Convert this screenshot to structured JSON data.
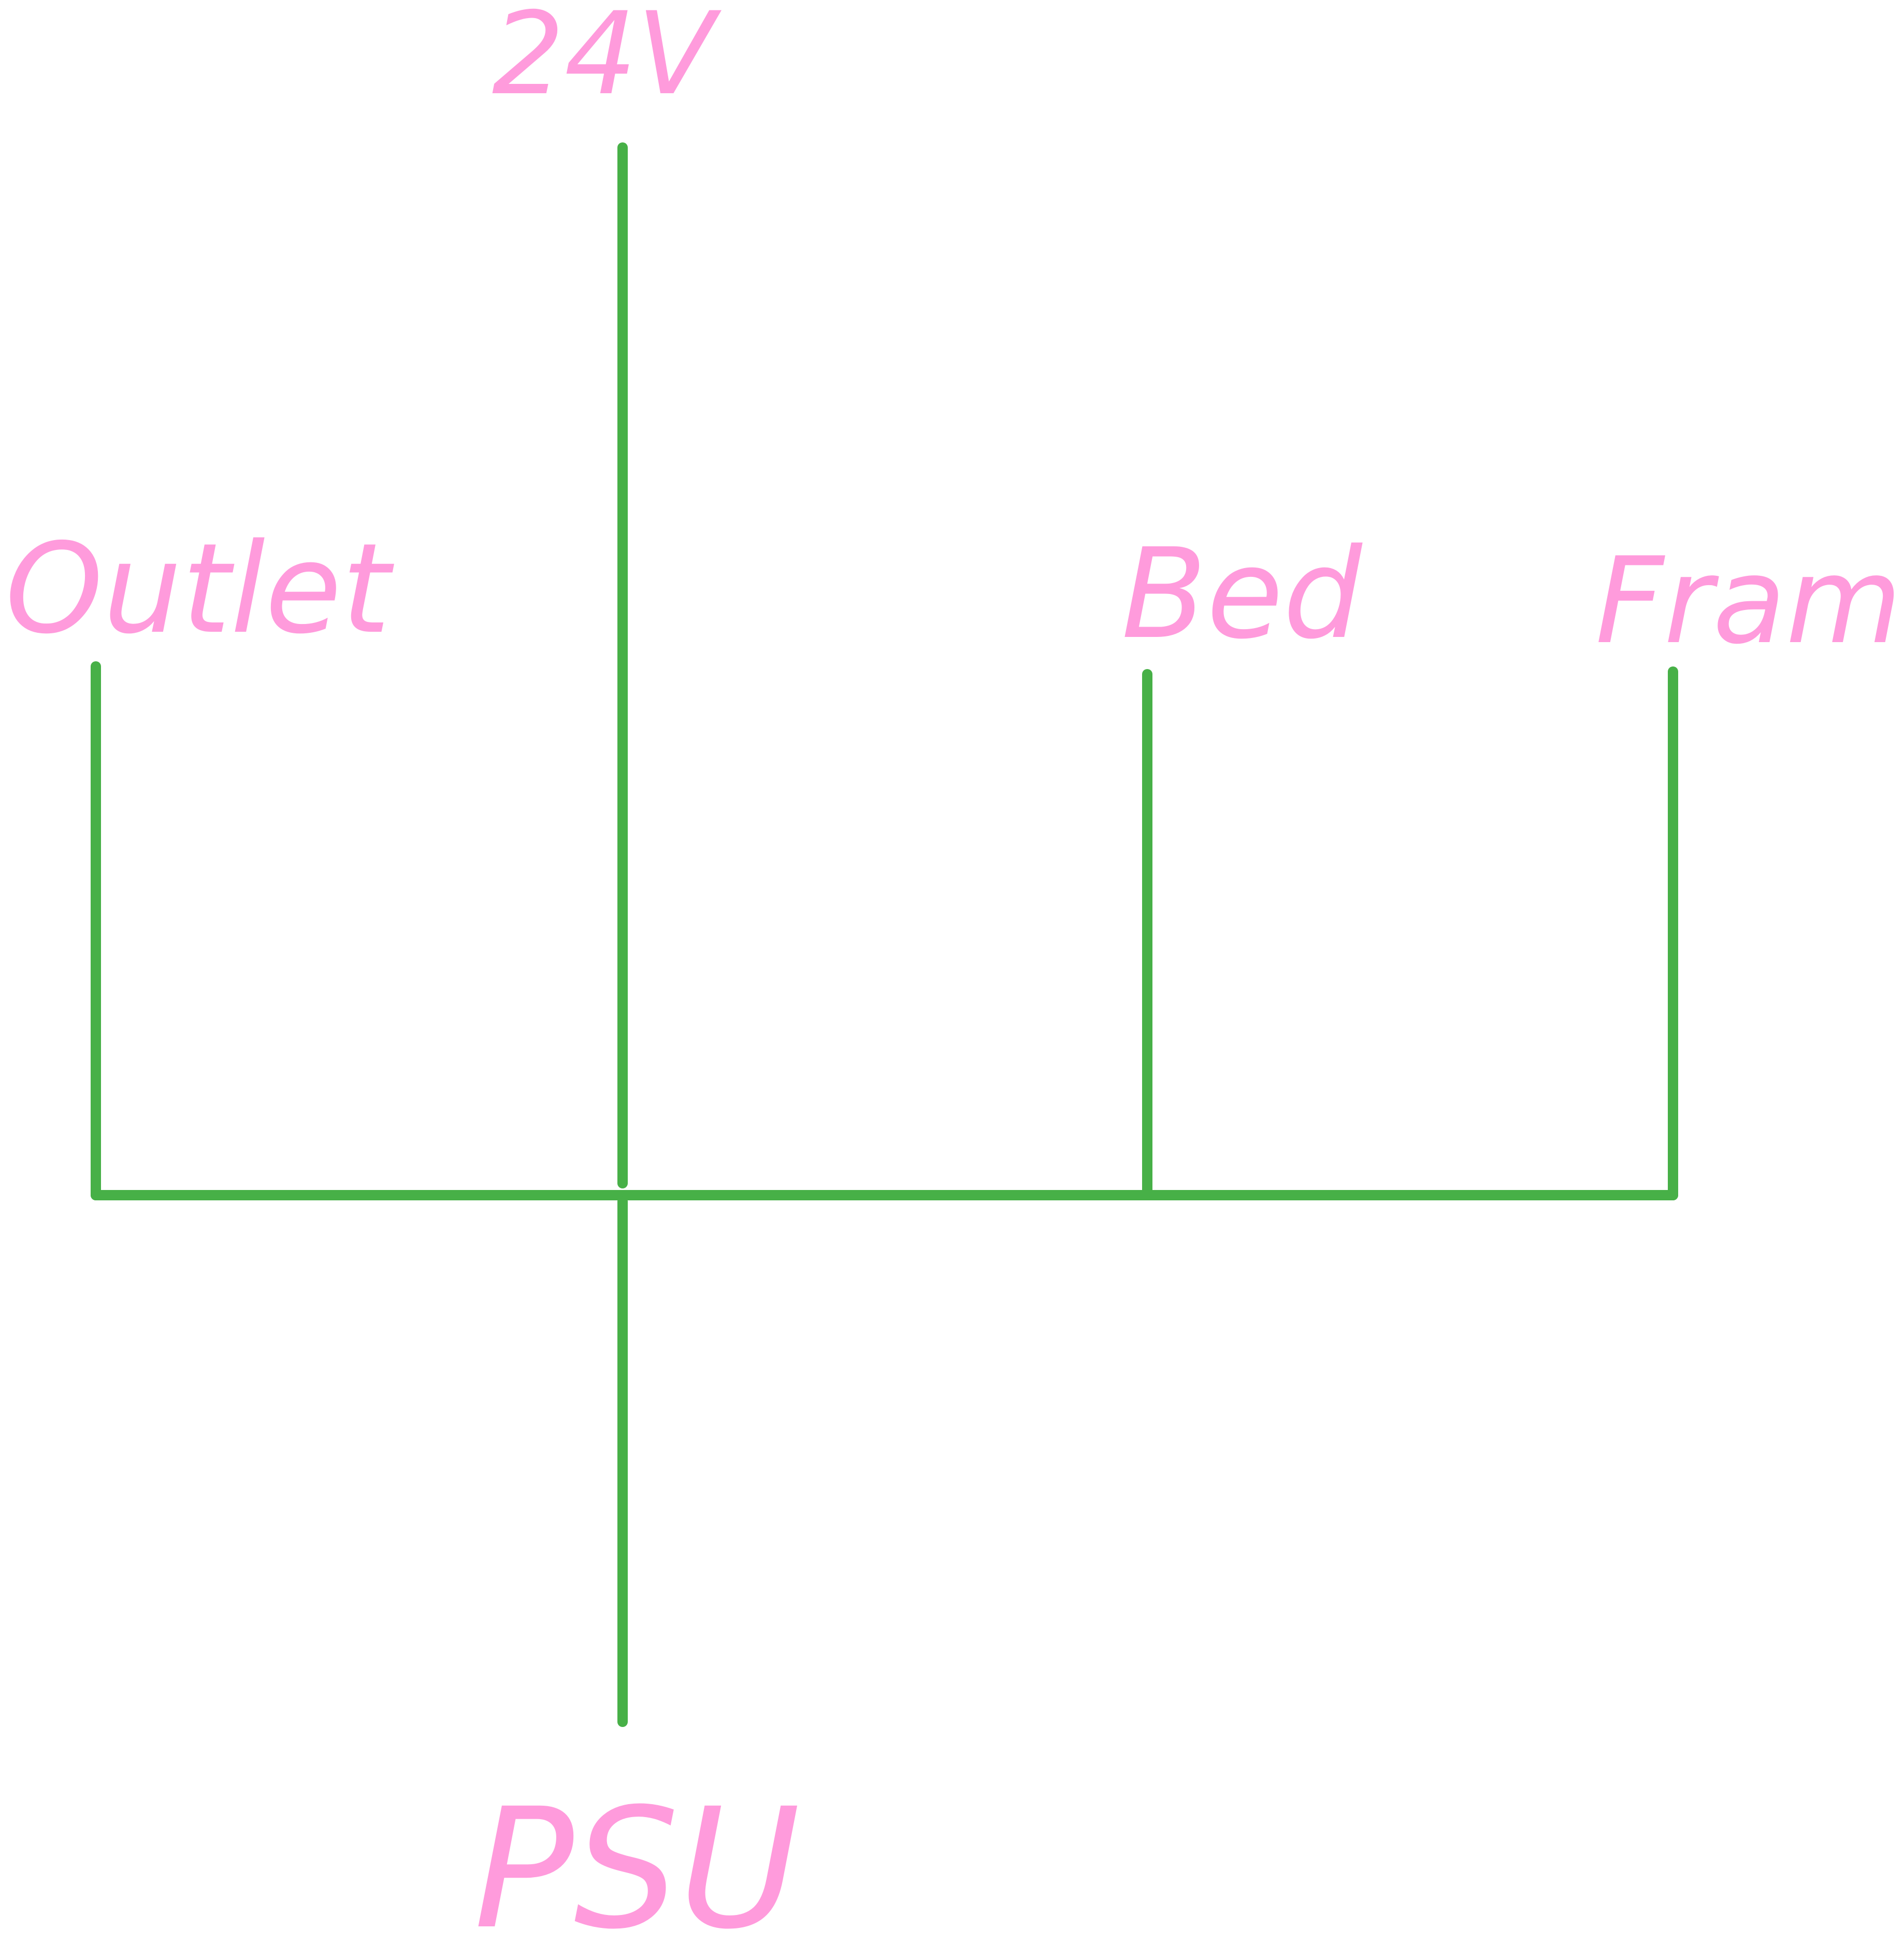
{
  "labels": {
    "top": "24V",
    "outlet": "Outlet",
    "bed": "Bed",
    "frame": "Frame",
    "bottom": "PSU"
  },
  "colors": {
    "wire": "#47b047",
    "label": "#ff9bdc",
    "background": "#ffffff"
  }
}
